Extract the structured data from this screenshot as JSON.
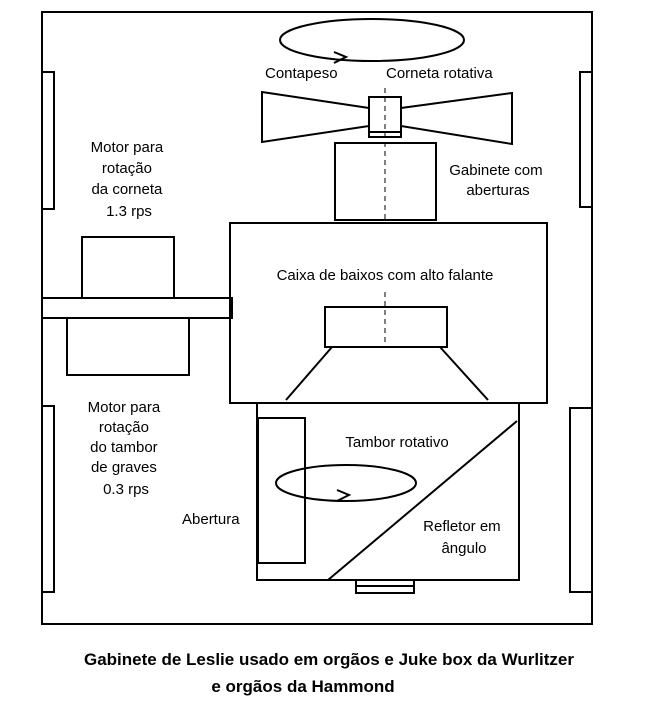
{
  "labels": {
    "contapeso": "Contapeso",
    "corneta_rotativa": "Corneta rotativa",
    "gabinete_com_aberturas": [
      "Gabinete com",
      "aberturas"
    ],
    "motor_corneta": [
      "Motor para",
      "rotação",
      "da corneta",
      "1.3 rps"
    ],
    "caixa_de_baixos": "Caixa de baixos com alto falante",
    "motor_tambor": [
      "Motor para",
      "rotação",
      "do tambor",
      "de graves",
      "0.3 rps"
    ],
    "tambor_rotativo": "Tambor rotativo",
    "abertura": "Abertura",
    "refletor": [
      "Refletor em",
      "ângulo"
    ]
  },
  "caption": {
    "line1": "Gabinete de Leslie usado em orgãos e Juke box da Wurlitzer",
    "line2": "e orgãos da Hammond"
  }
}
